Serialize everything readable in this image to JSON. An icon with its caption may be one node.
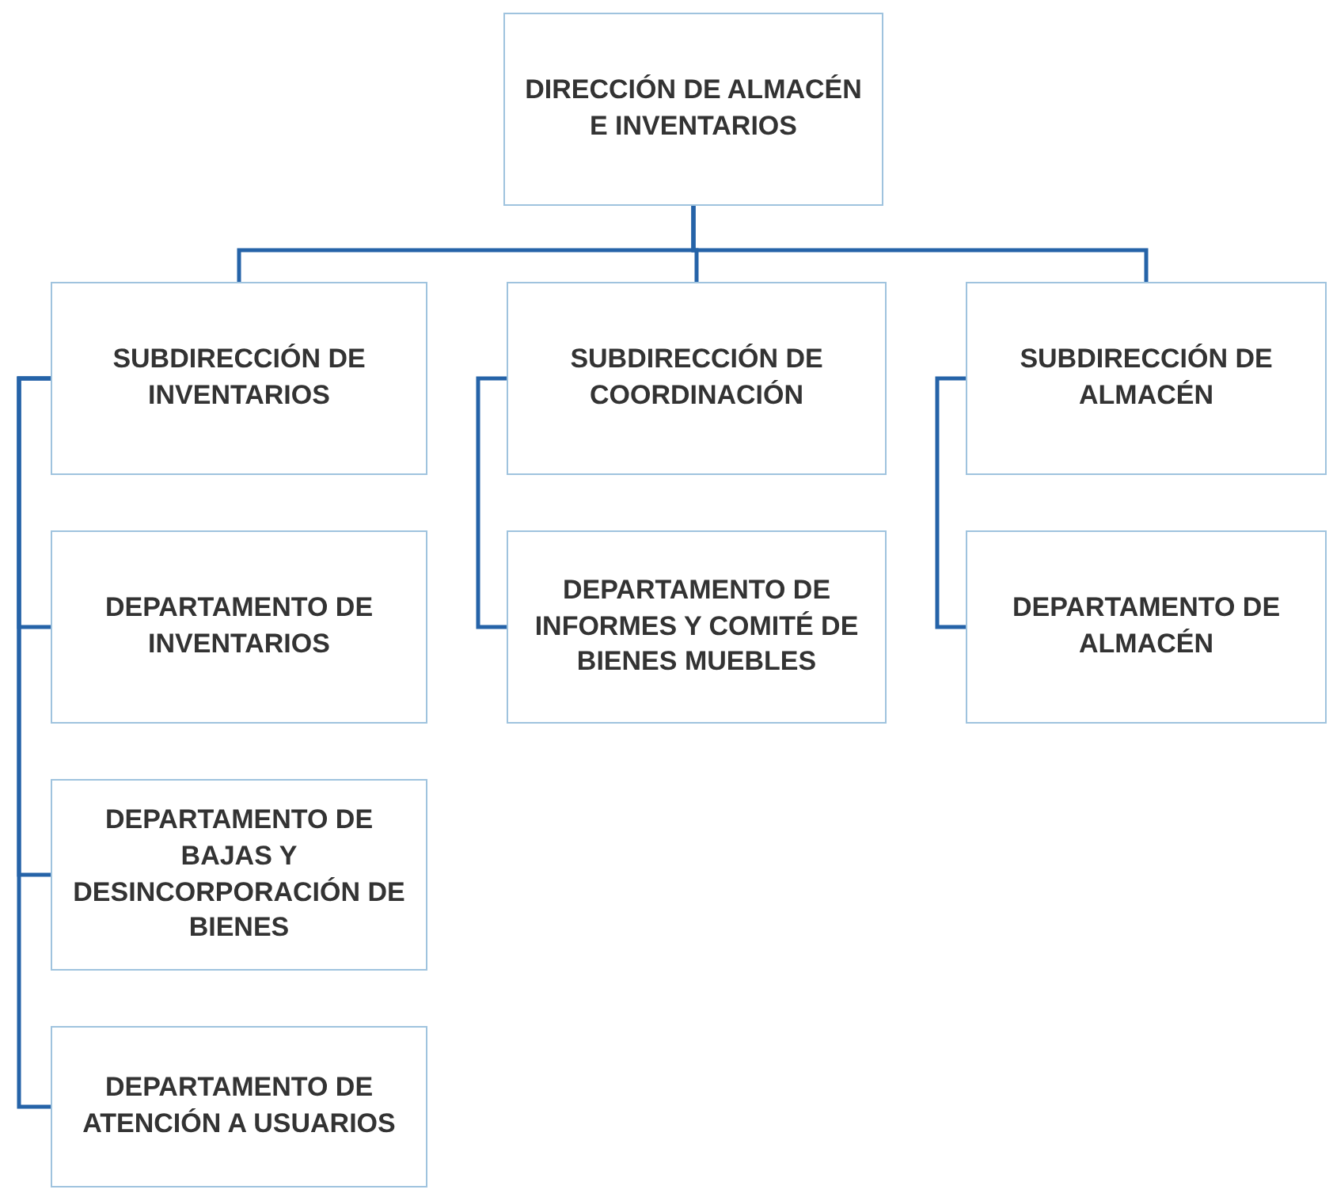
{
  "diagram": {
    "nodes": [
      {
        "text": [
          "DIRECCIÓN DE ALMACÉN E INVENTARIOS"
        ]
      },
      {
        "text": [
          "SUBDIRECCIÓN DE INVENTARIOS"
        ]
      },
      {
        "text": [
          "SUBDIRECCIÓN DE COORDINACIÓN"
        ]
      },
      {
        "text": [
          "SUBDIRECCIÓN DE ALMACÉN"
        ]
      },
      {
        "text": [
          "DEPARTAMENTO DE INVENTARIOS"
        ]
      },
      {
        "text": [
          "DEPARTAMENTO DE BAJAS Y DESINCORPORACIÓN DE BIENES"
        ]
      },
      {
        "text": [
          "DEPARTAMENTO DE ATENCIÓN A USUARIOS"
        ]
      },
      {
        "text": [
          "DEPARTAMENTO DE INFORMES Y COMITÉ DE BIENES MUEBLES"
        ]
      },
      {
        "text": [
          "DEPARTAMENTO DE ALMACÉN"
        ]
      }
    ],
    "edges": [
      {
        "from": 0,
        "to": 1,
        "arrow": "none"
      },
      {
        "from": 0,
        "to": 2,
        "arrow": "none"
      },
      {
        "from": 0,
        "to": 3,
        "arrow": "none"
      },
      {
        "from": 1,
        "to": 4,
        "arrow": "none"
      },
      {
        "from": 1,
        "to": 5,
        "arrow": "none"
      },
      {
        "from": 1,
        "to": 6,
        "arrow": "none"
      },
      {
        "from": 2,
        "to": 7,
        "arrow": "none"
      },
      {
        "from": 3,
        "to": 8,
        "arrow": "none"
      }
    ]
  }
}
